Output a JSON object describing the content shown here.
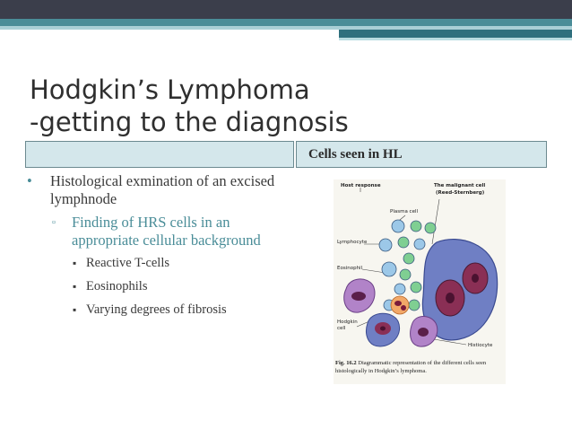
{
  "title": {
    "line1": "Hodgkin’s Lymphoma",
    "line2": "-getting to the diagnosis"
  },
  "table_header": {
    "left": "",
    "right": "Cells seen in HL"
  },
  "bullets": {
    "main": "Histological exmination of an excised lymphnode",
    "sub": "Finding of HRS cells in an appropriate cellular background",
    "items": [
      "Reactive T-cells",
      "Eosinophils",
      "Varying degrees of fibrosis"
    ]
  },
  "figure": {
    "labels": {
      "host_response": "Host response",
      "malignant_cell": "The malignant cell",
      "reed_sternberg": "(Reed-Sternberg)",
      "plasma_cell": "Plasma cell",
      "lymphocyte": "Lymphocyte",
      "eosinophil": "Eosinophil",
      "hodgkin": "Hodgkin",
      "cell": "cell",
      "histiocyte": "Histiocyte"
    },
    "caption_num": "Fig. 16.2",
    "caption_text": "Diagrammatic representation of the different cells seen histologically in Hodgkin’s lymphoma."
  },
  "colors": {
    "top_bar": "#3b3e4b",
    "accent": "#4a8d98",
    "header_fill": "#d4e7eb"
  }
}
